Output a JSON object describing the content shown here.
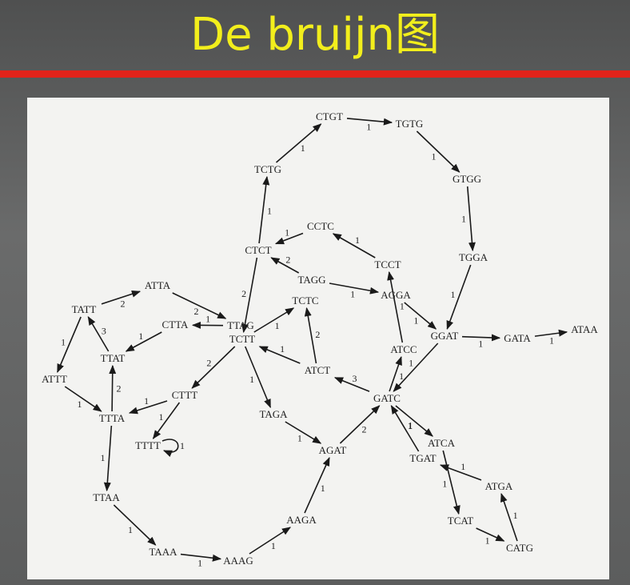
{
  "title": "De bruijn图",
  "nodes": {
    "CTGT": "CTGT",
    "TGTG": "TGTG",
    "TCTG": "TCTG",
    "GTGG": "GTGG",
    "CCTC": "CCTC",
    "CTCT": "CTCT",
    "TCCT": "TCCT",
    "TGGA": "TGGA",
    "TAGG": "TAGG",
    "ATTA": "ATTA",
    "TATT": "TATT",
    "TCTC": "TCTC",
    "AGGA": "AGGA",
    "CTTA": "CTTA",
    "TTAG": "TTAG",
    "TCTT": "TCTT",
    "GGAT": "GGAT",
    "GATA": "GATA",
    "ATAA": "ATAA",
    "TTAT": "TTAT",
    "ATCC": "ATCC",
    "ATTT": "ATTT",
    "ATCT": "ATCT",
    "CTTT": "CTTT",
    "GATC": "GATC",
    "TTTA": "TTTA",
    "TAGA": "TAGA",
    "TTTT": "TTTT",
    "ATCA": "ATCA",
    "TGAT": "TGAT",
    "AGAT": "AGAT",
    "ATGA": "ATGA",
    "TTAA": "TTAA",
    "AAGA": "AAGA",
    "TCAT": "TCAT",
    "CATG": "CATG",
    "TAAA": "TAAA",
    "AAAG": "AAAG"
  },
  "edges": [
    {
      "from": "CTGT",
      "to": "TGTG",
      "weight": "1"
    },
    {
      "from": "TGTG",
      "to": "GTGG",
      "weight": "1"
    },
    {
      "from": "GTGG",
      "to": "TGGA",
      "weight": "1"
    },
    {
      "from": "TGGA",
      "to": "GGAT",
      "weight": "1"
    },
    {
      "from": "GGAT",
      "to": "GATA",
      "weight": "1"
    },
    {
      "from": "GATA",
      "to": "ATAA",
      "weight": "1"
    },
    {
      "from": "TCTG",
      "to": "CTGT",
      "weight": "1"
    },
    {
      "from": "CTCT",
      "to": "TCTG",
      "weight": "1"
    },
    {
      "from": "CCTC",
      "to": "CTCT",
      "weight": "1"
    },
    {
      "from": "TCCT",
      "to": "CCTC",
      "weight": "1"
    },
    {
      "from": "TAGG",
      "to": "CTCT",
      "weight": "2"
    },
    {
      "from": "TAGG",
      "to": "AGGA",
      "weight": "1"
    },
    {
      "from": "CTCT",
      "to": "TCTT",
      "weight": "2"
    },
    {
      "from": "TCTT",
      "to": "TCTC",
      "weight": "1"
    },
    {
      "from": "AGGA",
      "to": "GGAT",
      "weight": "1"
    },
    {
      "from": "ATCC",
      "to": "TCCT",
      "weight": "1"
    },
    {
      "from": "GGAT",
      "to": "GATC",
      "weight": "1"
    },
    {
      "from": "GATC",
      "to": "ATCC",
      "weight": "1"
    },
    {
      "from": "GATC",
      "to": "ATCT",
      "weight": "3"
    },
    {
      "from": "ATCT",
      "to": "TCTC",
      "weight": "2"
    },
    {
      "from": "ATCT",
      "to": "TCTT",
      "weight": "1"
    },
    {
      "from": "TATT",
      "to": "ATTA",
      "weight": "2"
    },
    {
      "from": "ATTA",
      "to": "TTAG",
      "weight": "2"
    },
    {
      "from": "CTTA",
      "to": "TTAT",
      "weight": "1"
    },
    {
      "from": "TTAG",
      "to": "CTTA",
      "weight": "1"
    },
    {
      "from": "TTAT",
      "to": "TATT",
      "weight": "3"
    },
    {
      "from": "TATT",
      "to": "ATTT",
      "weight": "1"
    },
    {
      "from": "ATTT",
      "to": "TTTA",
      "weight": "1"
    },
    {
      "from": "TTTA",
      "to": "TTAT",
      "weight": "2"
    },
    {
      "from": "TCTT",
      "to": "CTTT",
      "weight": "2"
    },
    {
      "from": "CTTT",
      "to": "TTTA",
      "weight": "1"
    },
    {
      "from": "CTTT",
      "to": "TTTT",
      "weight": "1"
    },
    {
      "from": "TTTT",
      "to": "TTTT",
      "weight": "1"
    },
    {
      "from": "TCTT",
      "to": "TAGA",
      "weight": "1"
    },
    {
      "from": "TAGA",
      "to": "AGAT",
      "weight": "1"
    },
    {
      "from": "AGAT",
      "to": "GATC",
      "weight": "2"
    },
    {
      "from": "GATC",
      "to": "ATCA",
      "weight": "1"
    },
    {
      "from": "TGAT",
      "to": "GATC",
      "weight": "1"
    },
    {
      "from": "ATCA",
      "to": "TCAT",
      "weight": "1"
    },
    {
      "from": "ATGA",
      "to": "TGAT",
      "weight": "1"
    },
    {
      "from": "TCAT",
      "to": "CATG",
      "weight": "1"
    },
    {
      "from": "CATG",
      "to": "ATGA",
      "weight": "1"
    },
    {
      "from": "TTTA",
      "to": "TTAA",
      "weight": "1"
    },
    {
      "from": "TTAA",
      "to": "TAAA",
      "weight": "1"
    },
    {
      "from": "TAAA",
      "to": "AAAG",
      "weight": "1"
    },
    {
      "from": "AAAG",
      "to": "AAGA",
      "weight": "1"
    },
    {
      "from": "AAGA",
      "to": "AGAT",
      "weight": "1"
    }
  ]
}
